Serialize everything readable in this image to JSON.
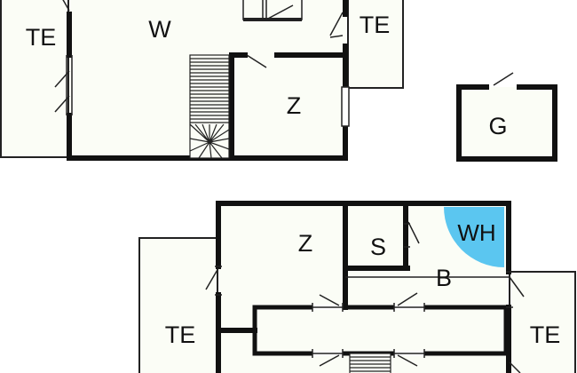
{
  "floorplan": {
    "upper_level": {
      "rooms": {
        "terrace_west": "TE",
        "living": "W",
        "terrace_east": "TE",
        "bedroom": "Z",
        "garage": "G"
      }
    },
    "lower_level": {
      "rooms": {
        "bedroom": "Z",
        "shower": "S",
        "bathroom": "B",
        "water_heater": "WH",
        "terrace_west": "TE",
        "terrace_east": "TE"
      }
    },
    "colors": {
      "wall": "#111111",
      "thin_line": "#222222",
      "floor": "#fbfdf6",
      "water_heater": "#5bc6f0",
      "background": "#ffffff"
    }
  }
}
